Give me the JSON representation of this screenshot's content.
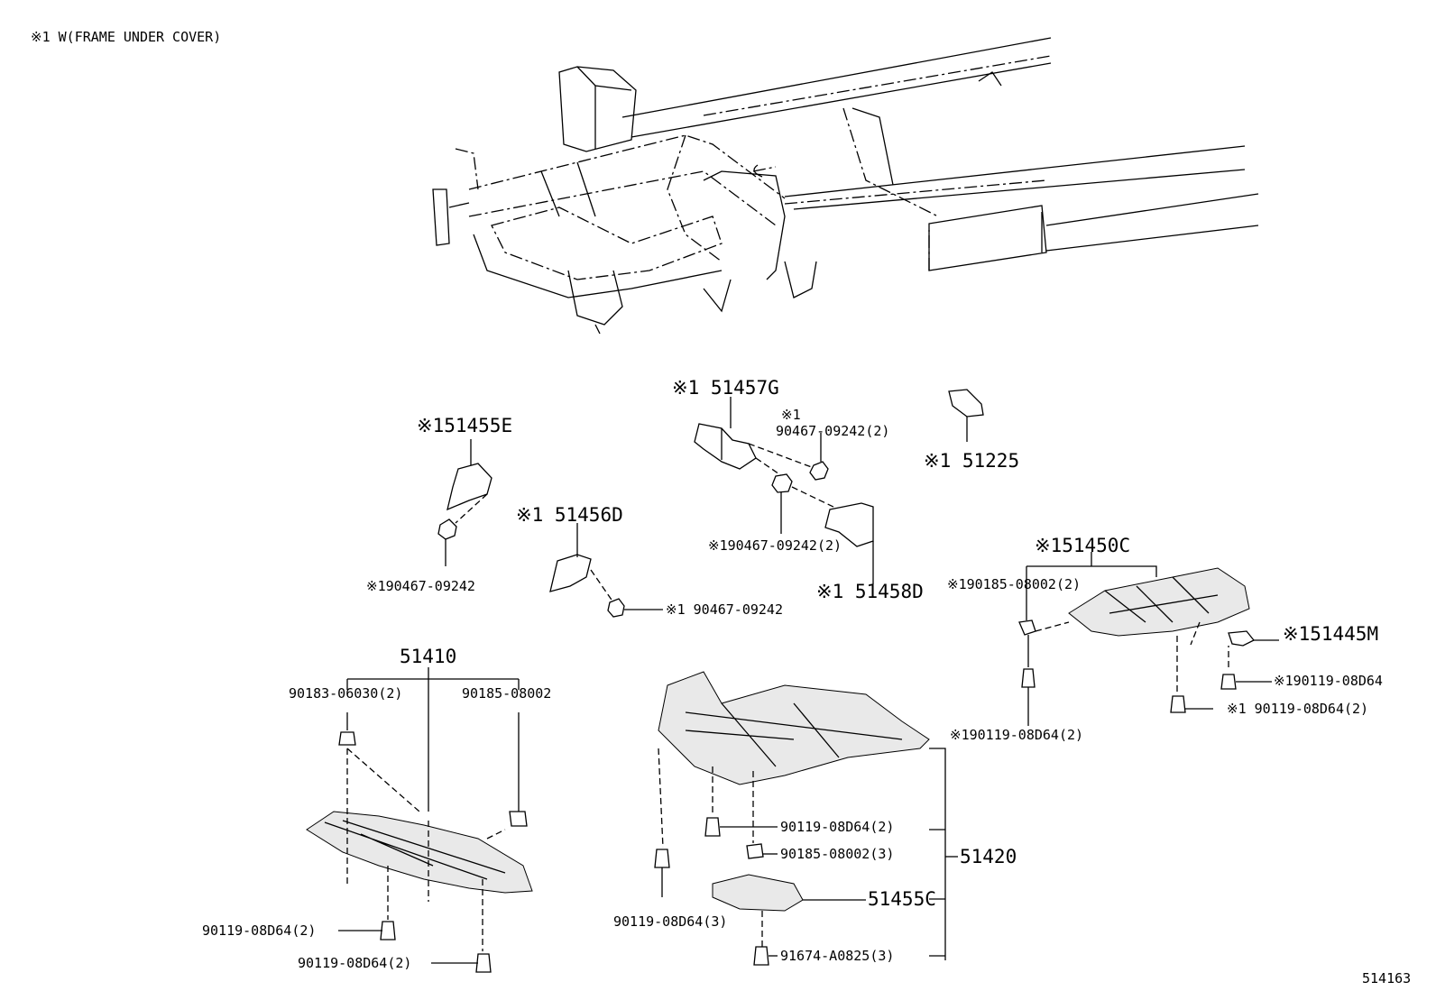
{
  "header_note": "※1 W(FRAME UNDER COVER)",
  "figure_id": "514163",
  "callouts": {
    "p51457G": "※1 51457G",
    "p90467_top_a": "※1",
    "p90467_top_b": "90467-09242(2)",
    "p51225": "※1 51225",
    "p51455E": "※151455E",
    "p51456D": "※1 51456D",
    "p90467_mid": "※190467-09242(2)",
    "p51458D": "※1 51458D",
    "p90467_left": "※190467-09242",
    "p90467_456": "※1 90467-09242",
    "p51450C": "※151450C",
    "p90185_right": "※190185-08002(2)",
    "p51445M": "※151445M",
    "p90119_r1": "※190119-08D64",
    "p90119_r2": "※1 90119-08D64(2)",
    "p90119_r3": "※190119-08D64(2)",
    "p51410": "51410",
    "p90183": "90183-06030(2)",
    "p90185_a": "90185-08002",
    "p90119_l1": "90119-08D64(2)",
    "p90119_l2": "90119-08D64(2)",
    "p90119_c1": "90119-08D64(2)",
    "p90185_c": "90185-08002(3)",
    "p51420": "51420",
    "p51455C": "51455C",
    "p90119_c3": "90119-08D64(3)",
    "p91674": "91674-A0825(3)"
  }
}
